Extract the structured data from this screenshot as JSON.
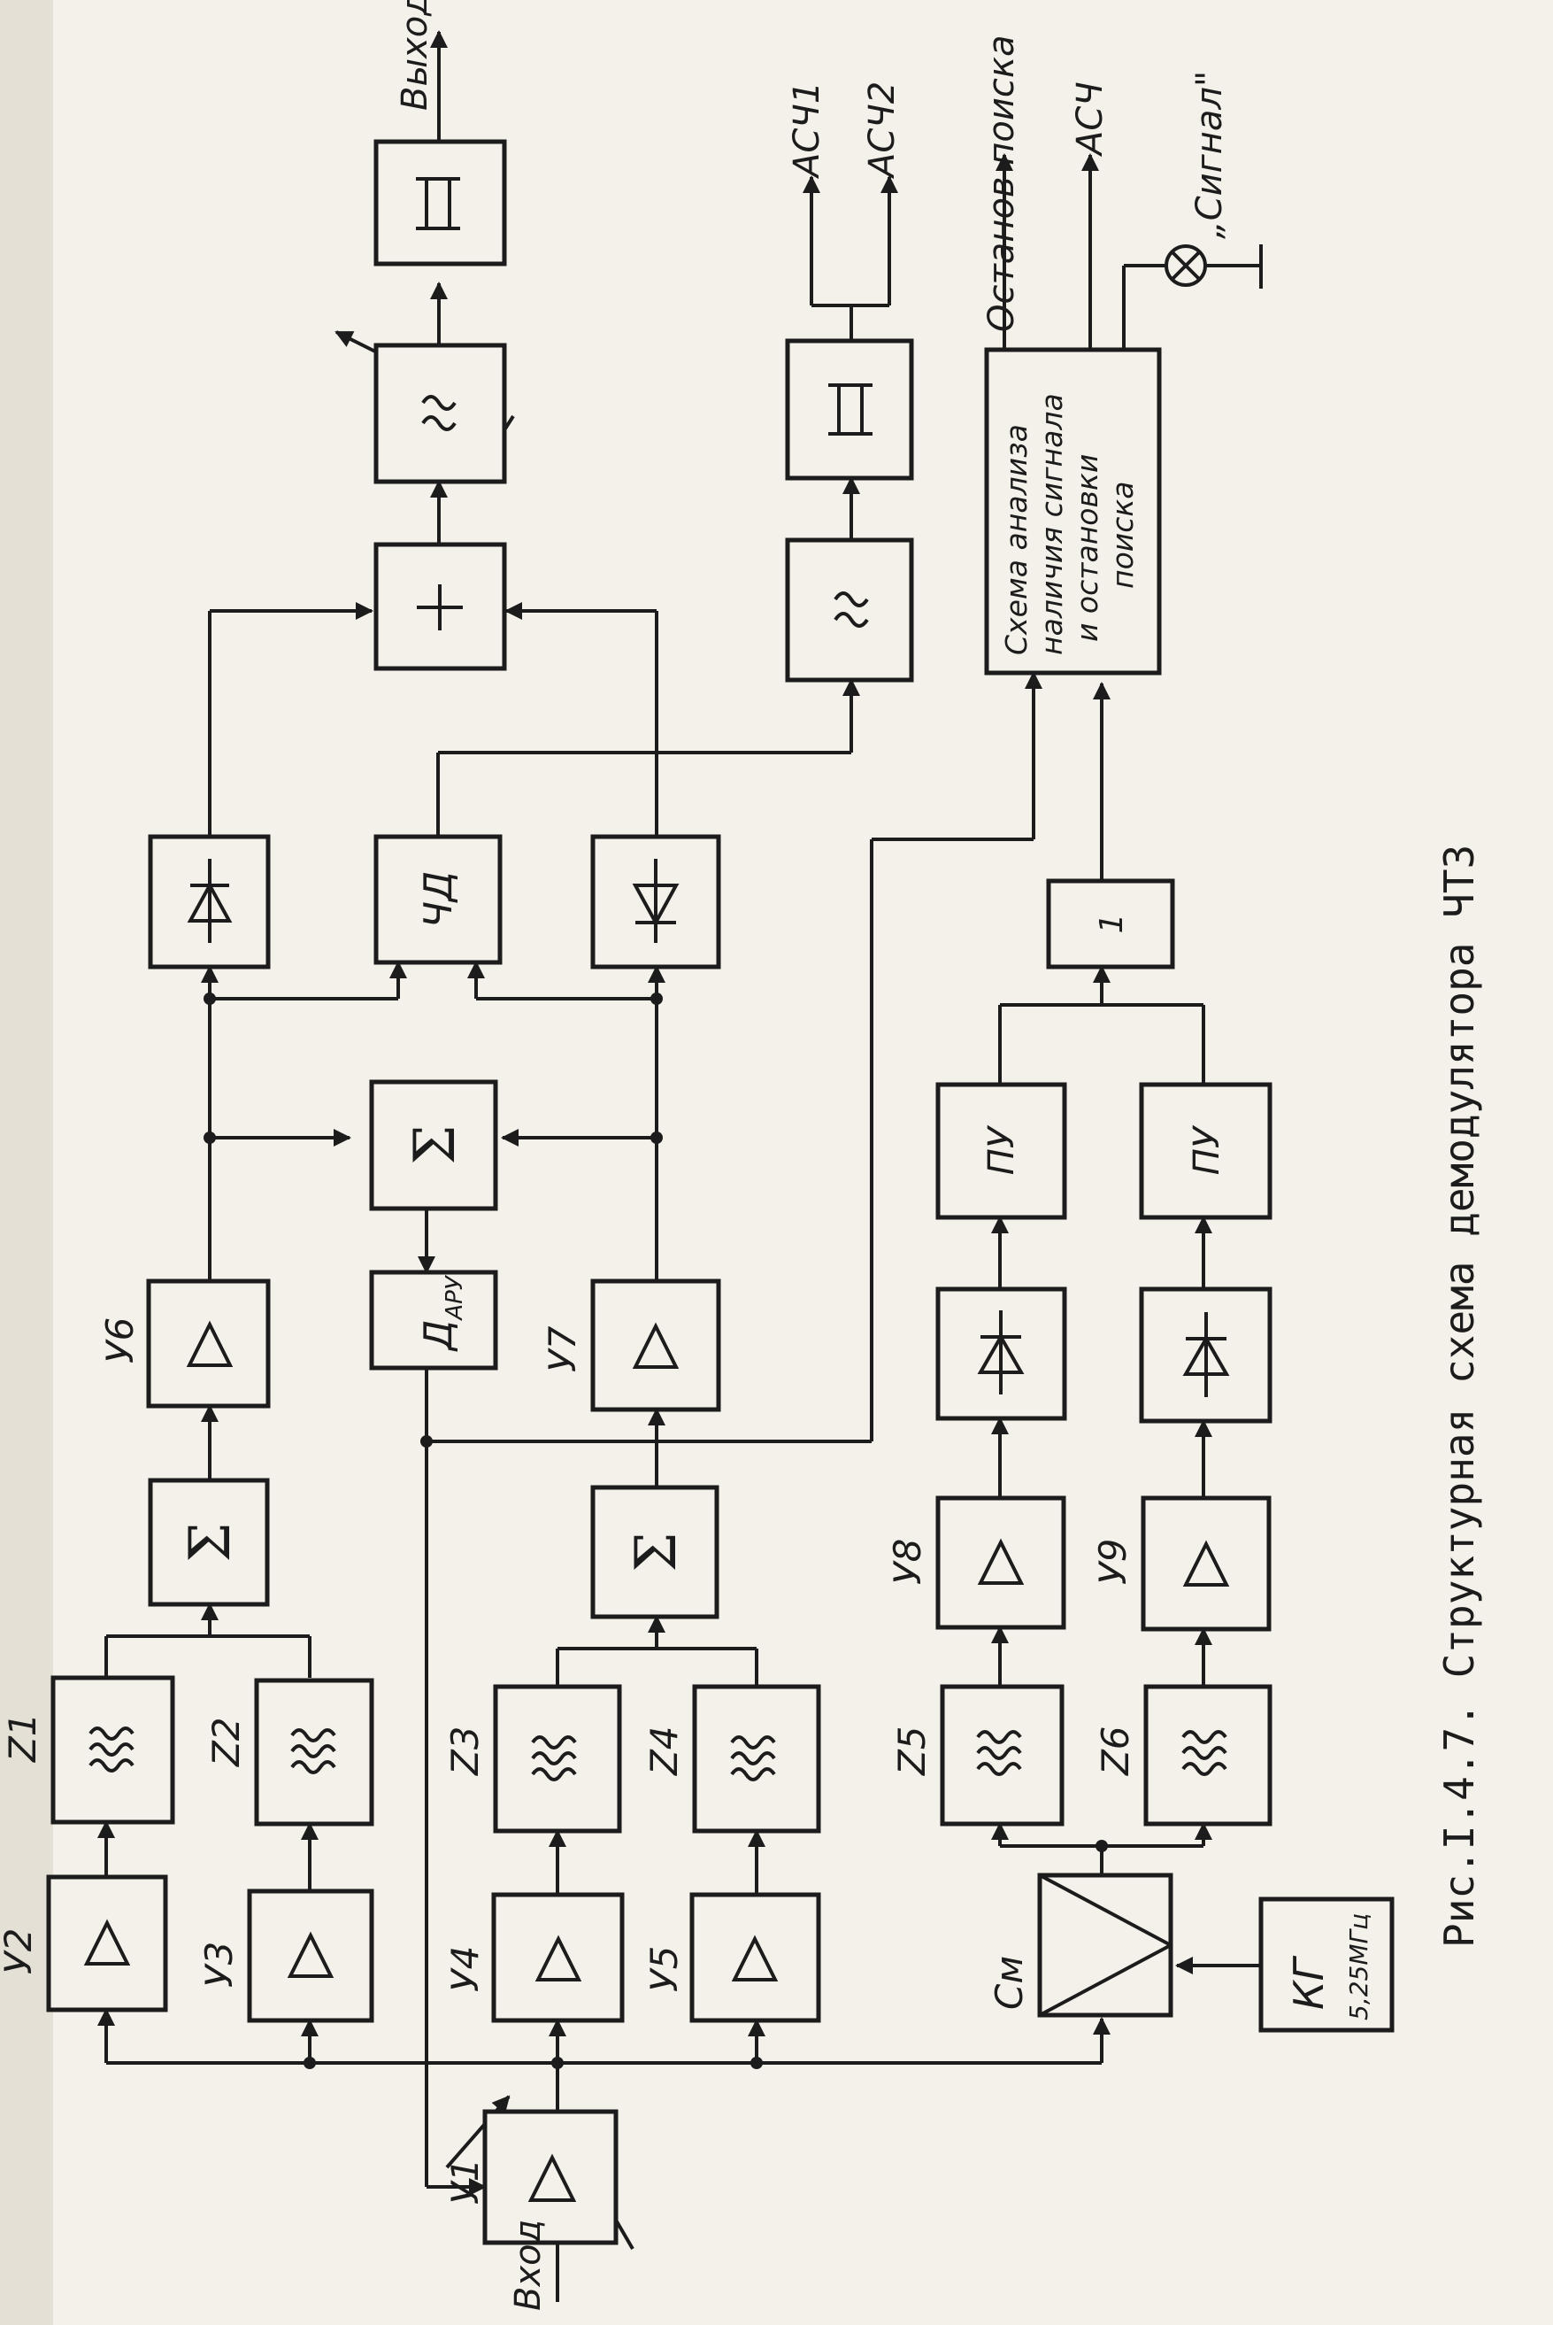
{
  "caption": "Рис.I.4.7. Структурная схема демодулятора ЧТЗ",
  "io": {
    "input": "Вход",
    "output": "Выход",
    "asch1": "АСЧ1",
    "asch2": "АСЧ2",
    "stop_search": "Останов поиска",
    "asch": "АСЧ",
    "signal_lamp": "„Сигнал\""
  },
  "amplifiers": {
    "u1": "У1",
    "u2": "У2",
    "u3": "У3",
    "u4": "У4",
    "u5": "У5",
    "u6": "У6",
    "u7": "У7",
    "u8": "У8",
    "u9": "У9"
  },
  "filters": {
    "z1": "Z1",
    "z2": "Z2",
    "z3": "Z3",
    "z4": "Z4",
    "z5": "Z5",
    "z6": "Z6"
  },
  "blocks": {
    "mixer": "См",
    "oscillator_name": "КГ",
    "oscillator_freq": "5,25МГц",
    "freq_detector": "ЧД",
    "agc_detector_main": "Д",
    "agc_detector_sub": "АРУ",
    "threshold_1": "ПУ",
    "threshold_2": "ПУ",
    "or_gate": "1",
    "analysis_line1": "Схема анализа",
    "analysis_line2": "наличия сигнала",
    "analysis_line3": "и остановки",
    "analysis_line4": "поиска"
  }
}
